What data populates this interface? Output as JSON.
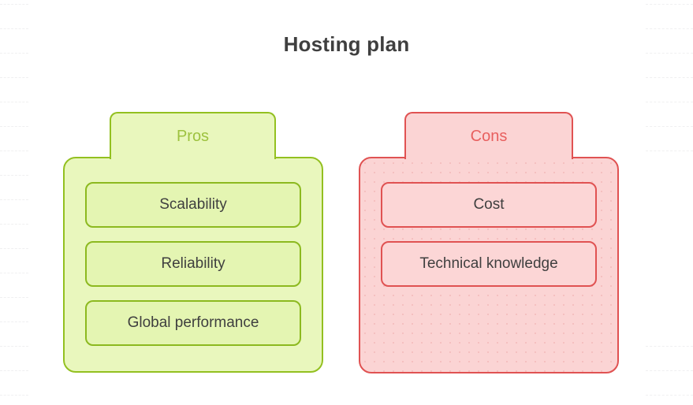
{
  "title": "Hosting plan",
  "colors": {
    "title_text": "#3f3f3f",
    "pros_border": "#93c020",
    "pros_fill": "#e9f7bd",
    "pros_tab_text": "#9dc23f",
    "cons_border": "#e05252",
    "cons_fill": "#fbd4d4",
    "cons_tab_text": "#e8605f",
    "item_text": "#3f3f3f",
    "background": "#ffffff"
  },
  "columns": [
    {
      "id": "pros",
      "heading": "Pros",
      "items": [
        {
          "label": "Scalability"
        },
        {
          "label": "Reliability"
        },
        {
          "label": "Global performance"
        }
      ]
    },
    {
      "id": "cons",
      "heading": "Cons",
      "items": [
        {
          "label": "Cost"
        },
        {
          "label": "Technical knowledge"
        }
      ]
    }
  ]
}
